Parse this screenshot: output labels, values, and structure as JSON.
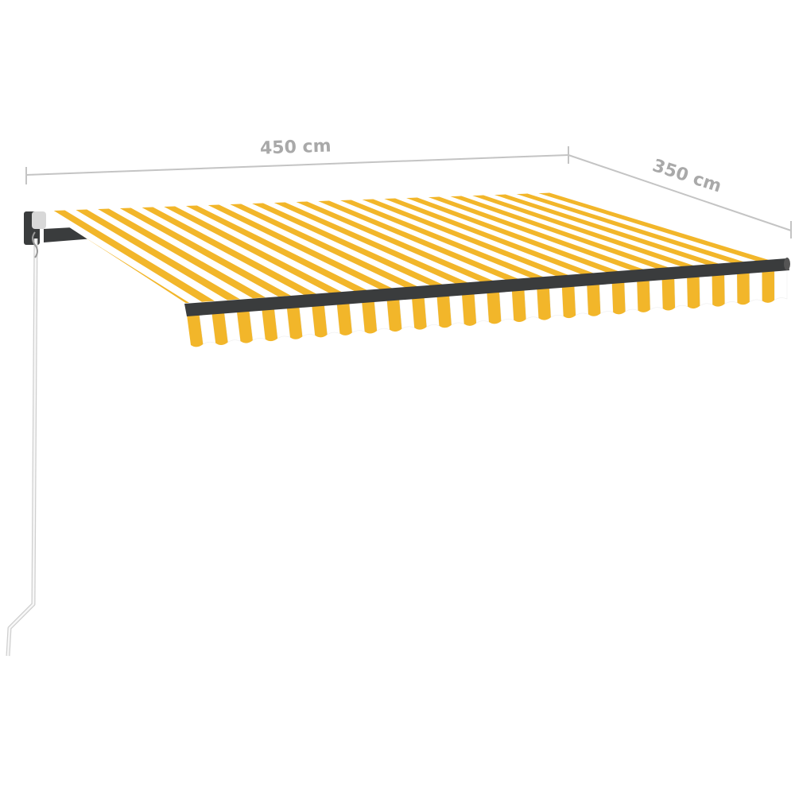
{
  "dimensions": {
    "width_label": "450 cm",
    "depth_label": "350 cm"
  },
  "product": {
    "stripe_count": 24
  },
  "colors": {
    "stripe_yellow": "#f2b62a",
    "stripe_white": "#ffffff",
    "frame": "#3a3c3d",
    "dimension_line": "#c4c4c4",
    "crank": "#e6e6e6"
  }
}
